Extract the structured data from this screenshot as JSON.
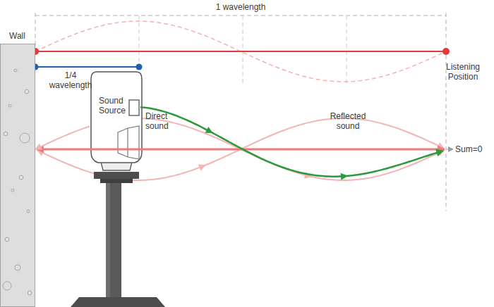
{
  "diagram": {
    "nodes": [
      {
        "text": [
          "Wall"
        ]
      },
      {
        "text": [
          "Sound Source"
        ]
      }
    ],
    "edges": [
      {
        "from": 1,
        "to": 0,
        "arrow": "to"
      }
    ],
    "labels": [
      "1 wavelength",
      "1/4 wavelength",
      "Direct sound",
      "Reflected sound",
      "Listening Position",
      "Sum=0"
    ]
  }
}
